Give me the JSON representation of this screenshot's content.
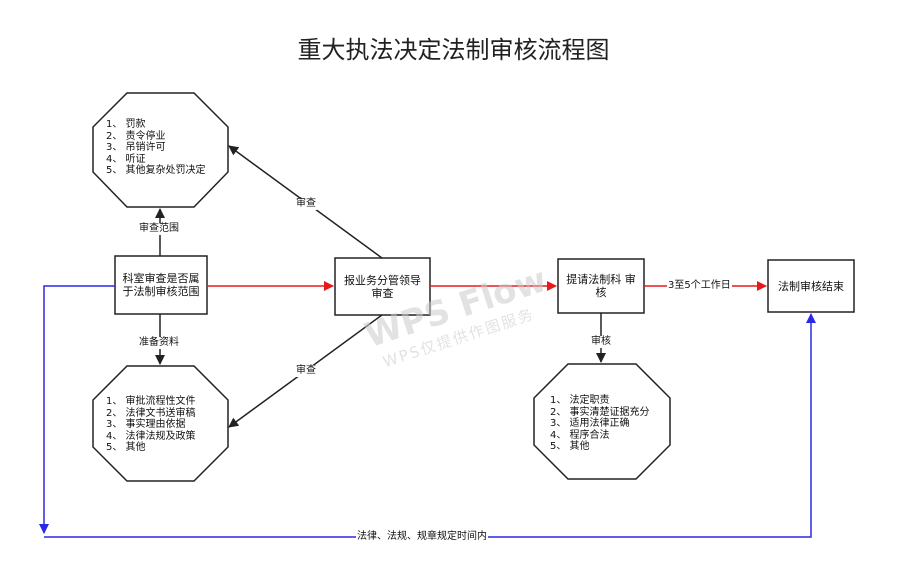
{
  "title": "重大执法决定法制审核流程图",
  "watermark": {
    "main": "WPS Flow",
    "sub": "WPS仅提供作图服务"
  },
  "nodes": {
    "dept_review": "科室审查是否属于法制审核范围",
    "report_leader": "报业务分管领导审查",
    "submit_legal": "提请法制科 审核",
    "end": "法制审核结束"
  },
  "scope_list": [
    "1、 罚款",
    "2、 责令停业",
    "3、 吊销许可",
    "4、 听证",
    "5、 其他复杂处罚决定"
  ],
  "materials_list": [
    "1、 审批流程性文件",
    "2、 法律文书送审稿",
    "3、 事实理由依据",
    "4、 法律法规及政策",
    "5、 其他"
  ],
  "review_list": [
    "1、 法定职责",
    "2、 事实清楚证据充分",
    "3、 适用法律正确",
    "4、 程序合法",
    "5、 其他"
  ],
  "edge_labels": {
    "scope": "审查范围",
    "prepare": "准备资料",
    "review_up": "审查",
    "review_down": "审查",
    "review_legal": "审核",
    "days": "3至5个工作日",
    "time_limit": "法律、法规、规章规定时间内"
  },
  "colors": {
    "flow_red": "#e8191a",
    "time_blue": "#2a2ae6",
    "stroke": "#222222"
  }
}
